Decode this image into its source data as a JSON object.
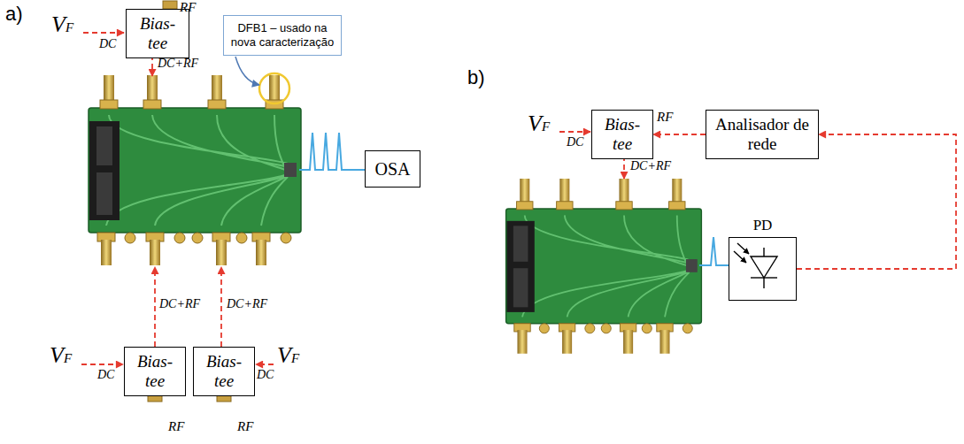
{
  "diagram": {
    "nodes": [
      {
        "text": [
          "Bias-tee"
        ]
      },
      {
        "text": [
          "DFB1 – usado na nova caracterização"
        ]
      },
      {
        "text": [
          "OSA"
        ]
      },
      {
        "text": [
          "Bias-tee"
        ]
      },
      {
        "text": [
          "Bias-tee"
        ]
      },
      {
        "text": [
          "Bias-tee"
        ]
      },
      {
        "text": [
          "Analisador de rede"
        ]
      },
      {
        "text": [
          "PD"
        ]
      }
    ],
    "edges": [
      {
        "from": 6,
        "to": 5,
        "arrow": "to"
      },
      {
        "from": 7,
        "to": 6,
        "arrow": "to"
      }
    ],
    "labels": [
      "a)",
      "RF",
      "VF",
      "DC",
      "DC+RF",
      "DC+RF",
      "DC+RF",
      "VF",
      "DC",
      "DC",
      "VF",
      "RF",
      "RF",
      "b)",
      "VF",
      "DC",
      "RF",
      "DC+RF"
    ]
  }
}
